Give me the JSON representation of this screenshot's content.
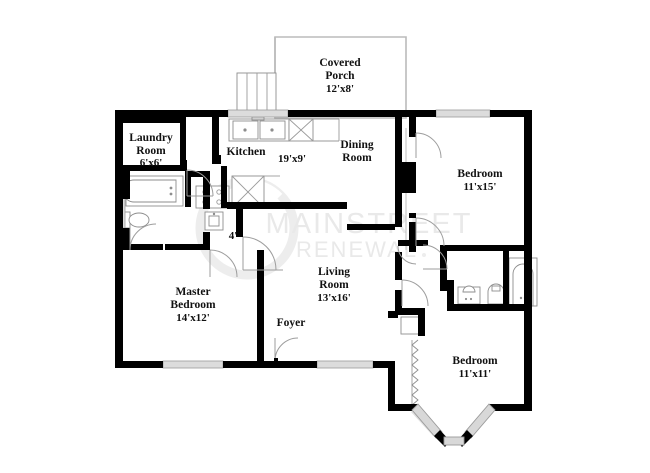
{
  "document": {
    "type": "floor-plan",
    "title": "Residential Floor Plan",
    "background_color": "#ffffff",
    "wall_color": "#000000",
    "fixture_line_color": "#999999",
    "window_color": "#d9d9d9",
    "label_color": "#111111"
  },
  "watermark": {
    "line1": "MAINSTREET",
    "line2": "RENEWAL",
    "color": "#e9e9e9",
    "has_circle_logo": true
  },
  "rooms": [
    {
      "id": "covered-porch",
      "name": "Covered",
      "name2": "Porch",
      "dimensions": "12'x8'"
    },
    {
      "id": "laundry-room",
      "name": "Laundry",
      "name2": "Room",
      "dimensions": "6'x6'"
    },
    {
      "id": "kitchen",
      "name": "Kitchen",
      "name2": "",
      "dimensions": "19'x9'"
    },
    {
      "id": "dining-room",
      "name": "Dining",
      "name2": "Room",
      "dimensions": ""
    },
    {
      "id": "bedroom-right",
      "name": "Bedroom",
      "name2": "",
      "dimensions": "11'x15'"
    },
    {
      "id": "master-bedroom",
      "name": "Master",
      "name2": "Bedroom",
      "dimensions": "14'x12'"
    },
    {
      "id": "living-room",
      "name": "Living",
      "name2": "Room",
      "dimensions": "13'x16'"
    },
    {
      "id": "foyer",
      "name": "Foyer",
      "name2": "",
      "dimensions": ""
    },
    {
      "id": "bedroom-lower",
      "name": "Bedroom",
      "name2": "",
      "dimensions": "11'x11'"
    },
    {
      "id": "closet-hall",
      "name": "",
      "name2": "",
      "dimensions": "4'"
    }
  ],
  "labels": {
    "covered_porch_l1": "Covered",
    "covered_porch_l2": "Porch",
    "covered_porch_dim": "12'x8'",
    "laundry_l1": "Laundry",
    "laundry_l2": "Room",
    "laundry_dim": "6'x6'",
    "kitchen": "Kitchen",
    "kitchen_dim": "19'x9'",
    "dining_l1": "Dining",
    "dining_l2": "Room",
    "bedroom_right": "Bedroom",
    "bedroom_right_dim": "11'x15'",
    "master_l1": "Master",
    "master_l2": "Bedroom",
    "master_dim": "14'x12'",
    "living_l1": "Living",
    "living_l2": "Room",
    "living_dim": "13'x16'",
    "foyer": "Foyer",
    "bedroom_lower": "Bedroom",
    "bedroom_lower_dim": "11'x11'",
    "closet_dim": "4'"
  },
  "fixtures": [
    {
      "name": "kitchen-sink",
      "room": "kitchen"
    },
    {
      "name": "kitchen-range",
      "room": "kitchen"
    },
    {
      "name": "upper-cabinets",
      "room": "kitchen"
    },
    {
      "name": "refrigerator",
      "room": "kitchen"
    },
    {
      "name": "master-bathtub",
      "room": "master-bath"
    },
    {
      "name": "master-toilet",
      "room": "master-bath"
    },
    {
      "name": "master-sink",
      "room": "master-bath"
    },
    {
      "name": "hall-bath-tub",
      "room": "hall-bath"
    },
    {
      "name": "hall-bath-toilet",
      "room": "hall-bath"
    },
    {
      "name": "hall-bath-vanity",
      "room": "hall-bath"
    },
    {
      "name": "porch-steps",
      "room": "covered-porch"
    },
    {
      "name": "bay-window",
      "room": "bedroom-lower"
    },
    {
      "name": "closet-shelving",
      "room": "bedroom-lower"
    }
  ]
}
